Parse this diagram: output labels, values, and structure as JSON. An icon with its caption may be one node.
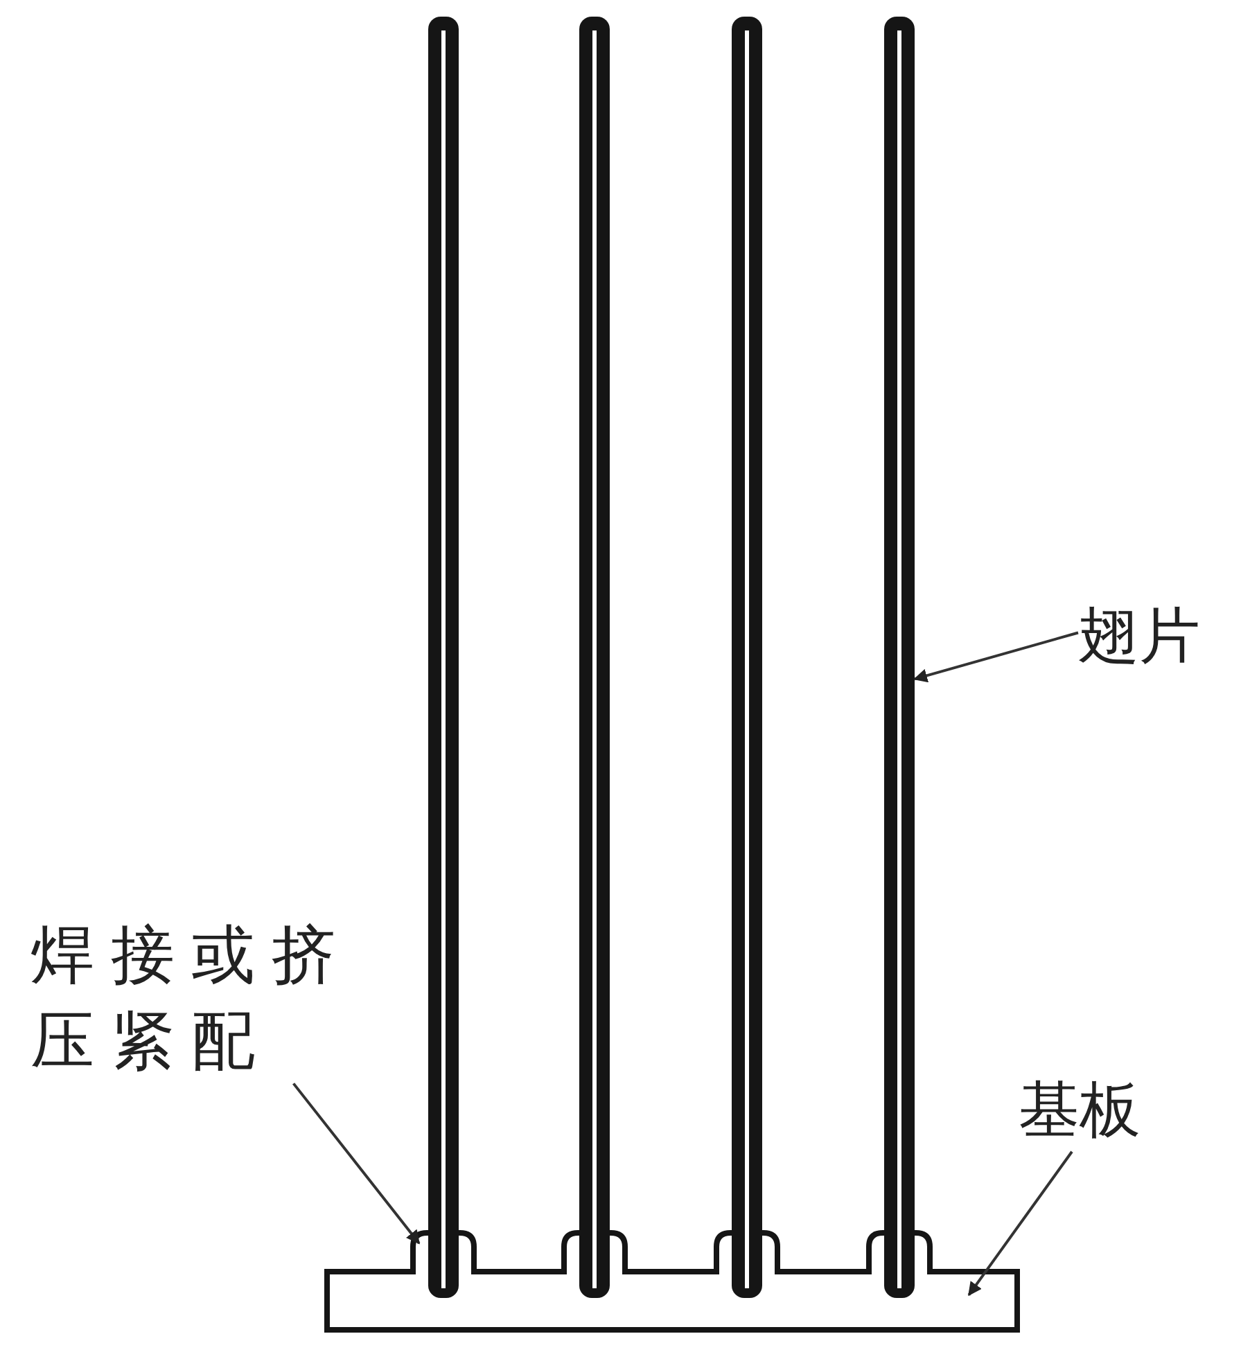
{
  "diagram": {
    "nodes": [
      {
        "text": [
          "翅片"
        ]
      },
      {
        "text": [],
        "shape": "bar"
      },
      {
        "text": [],
        "shape": "bar"
      },
      {
        "text": [],
        "shape": "bar"
      },
      {
        "text": [],
        "shape": "bar"
      },
      {
        "text": [
          "焊接或挤压紧配"
        ]
      },
      {
        "text": [],
        "shape": "box"
      },
      {
        "text": [],
        "shape": "box"
      },
      {
        "text": [],
        "shape": "box"
      },
      {
        "text": [],
        "shape": "box"
      },
      {
        "text": [
          "基板"
        ]
      },
      {
        "text": [],
        "shape": "box"
      }
    ],
    "edges": [
      {
        "from": 0,
        "to": 4,
        "arrow": "to"
      },
      {
        "from": 5,
        "to": 6,
        "arrow": "to"
      },
      {
        "from": 10,
        "to": 11,
        "arrow": "to"
      }
    ]
  }
}
